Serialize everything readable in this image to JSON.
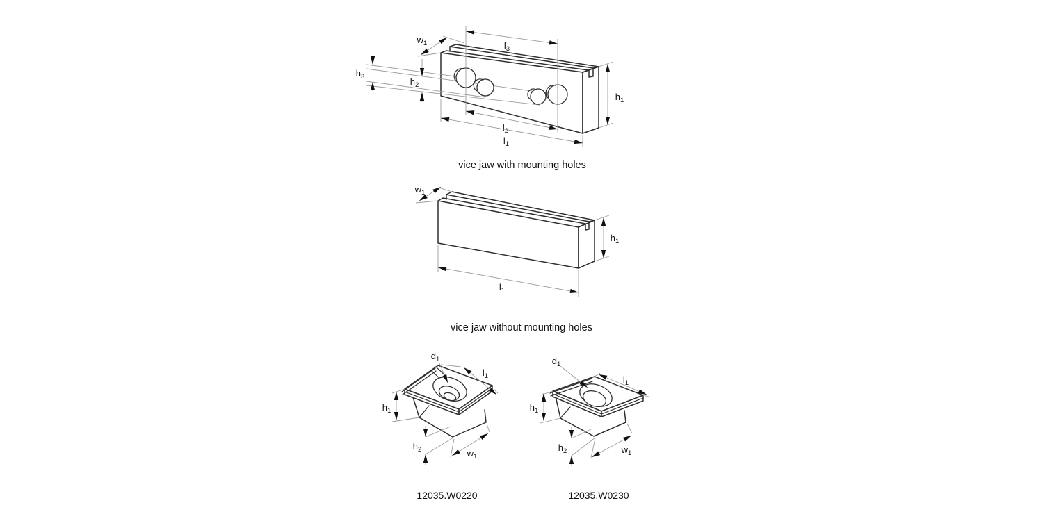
{
  "colors": {
    "outline": "#2e2e2e",
    "dim": "#9b9b9b",
    "ink": "#111111",
    "bg": "#ffffff",
    "arrow": "#111111"
  },
  "jaw_with_holes": {
    "caption": "vice jaw with mounting holes",
    "labels": {
      "w1": {
        "base": "w",
        "sub": "1"
      },
      "l3": {
        "base": "l",
        "sub": "3"
      },
      "h3": {
        "base": "h",
        "sub": "3"
      },
      "h2": {
        "base": "h",
        "sub": "2"
      },
      "h1": {
        "base": "h",
        "sub": "1"
      },
      "l2": {
        "base": "l",
        "sub": "2"
      },
      "l1": {
        "base": "l",
        "sub": "1"
      }
    }
  },
  "jaw_without_holes": {
    "caption": "vice jaw without mounting holes",
    "labels": {
      "w1": {
        "base": "w",
        "sub": "1"
      },
      "h1": {
        "base": "h",
        "sub": "1"
      },
      "l1": {
        "base": "l",
        "sub": "1"
      }
    }
  },
  "t_nut_w0220": {
    "part_number": "12035.W0220",
    "labels": {
      "d1": {
        "base": "d",
        "sub": "1"
      },
      "l1": {
        "base": "l",
        "sub": "1"
      },
      "h1": {
        "base": "h",
        "sub": "1"
      },
      "h2": {
        "base": "h",
        "sub": "2"
      },
      "w1": {
        "base": "w",
        "sub": "1"
      }
    }
  },
  "t_nut_w0230": {
    "part_number": "12035.W0230",
    "labels": {
      "d1": {
        "base": "d",
        "sub": "1"
      },
      "l1": {
        "base": "l",
        "sub": "1"
      },
      "h1": {
        "base": "h",
        "sub": "1"
      },
      "h2": {
        "base": "h",
        "sub": "2"
      },
      "w1": {
        "base": "w",
        "sub": "1"
      }
    }
  }
}
